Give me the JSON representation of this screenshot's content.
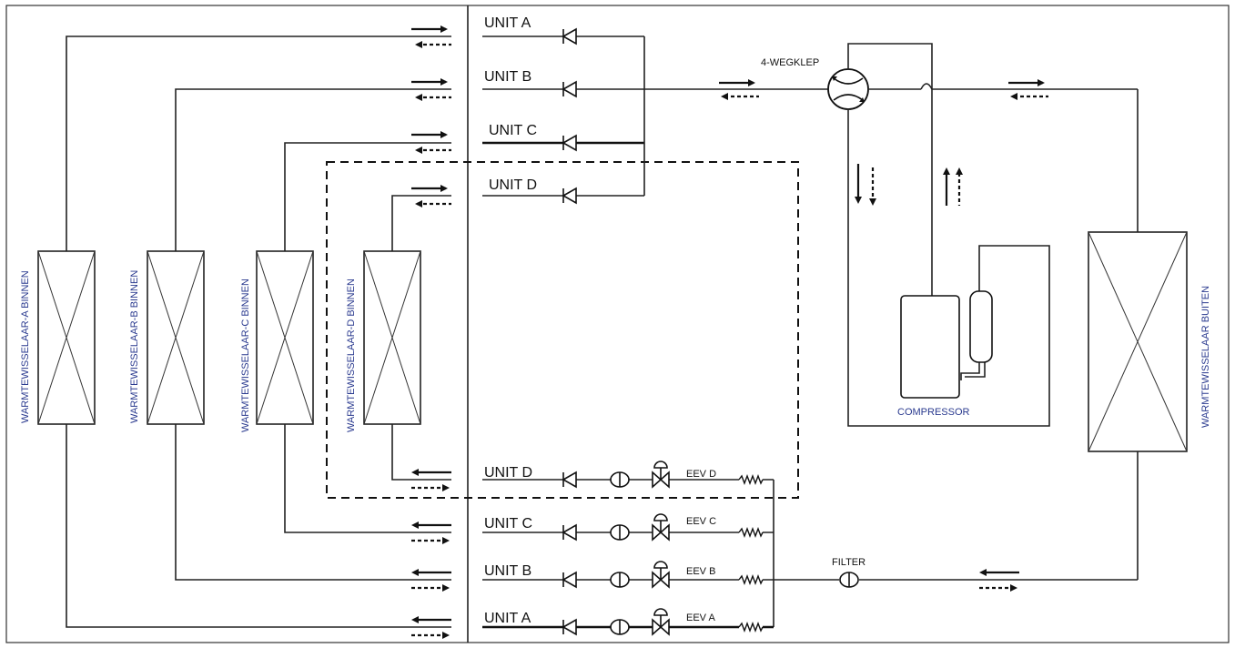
{
  "labels": {
    "unit_a_top": "UNIT A",
    "unit_b_top": "UNIT B",
    "unit_c_top": "UNIT C",
    "unit_d_top": "UNIT D",
    "unit_d_bottom": "UNIT D",
    "unit_c_bottom": "UNIT C",
    "unit_b_bottom": "UNIT B",
    "unit_a_bottom": "UNIT A",
    "four_way_valve": "4-WEGKLEP",
    "compressor": "COMPRESSOR",
    "filter": "FILTER",
    "eev_d": "EEV D",
    "eev_c": "EEV C",
    "eev_b": "EEV B",
    "eev_a": "EEV A",
    "hx_a": "WARMTEWISSELAAR-A BINNEN",
    "hx_b": "WARMTEWISSELAAR-B BINNEN",
    "hx_c": "WARMTEWISSELAAR-C BINNEN",
    "hx_d": "WARMTEWISSELAAR-D BINNEN",
    "hx_out": "WARMTEWISSELAAR BUITEN"
  },
  "colors": {
    "line": "#222222",
    "label_blue": "#2a3a8f"
  }
}
